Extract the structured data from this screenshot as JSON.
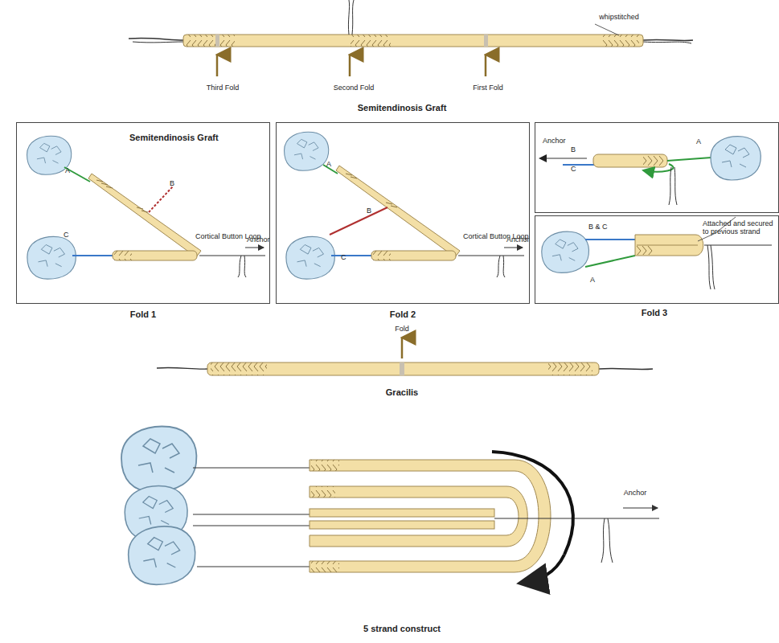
{
  "diagram": {
    "nodes": [
      {
        "text": [
          "Semitendinosis Graft",
          "A",
          "B",
          "C",
          "Cortical Button Loop",
          "Anchor",
          "Fold 1"
        ]
      },
      {
        "text": [
          "A",
          "B",
          "C",
          "Cortical Button Loop",
          "Anchor",
          "Fold 2"
        ]
      },
      {
        "text": [
          "Anchor",
          "B",
          "C",
          "A"
        ]
      },
      {
        "text": [
          "B & C",
          "A",
          "Attached and secured to previous strand",
          "Fold 3"
        ]
      }
    ],
    "labels": [
      "whipstitched",
      "Third Fold",
      "Second Fold",
      "First Fold",
      "Semitendinosis Graft",
      "Fold",
      "Gracilis",
      "Anchor",
      "5 strand construct"
    ]
  }
}
